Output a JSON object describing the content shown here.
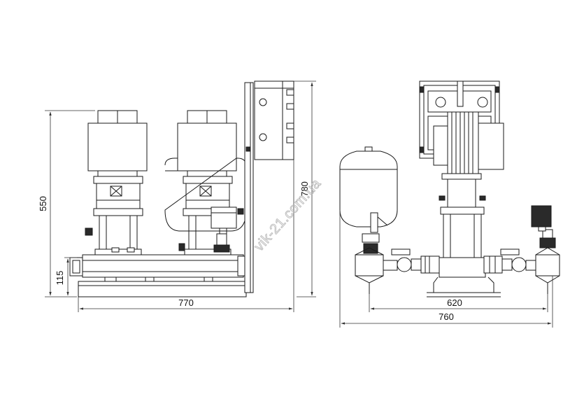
{
  "dimensions": {
    "height_total": "550",
    "base_height": "115",
    "width_front": "770",
    "height_panel": "780",
    "width_side_pipes": "620",
    "width_side_total": "760"
  },
  "watermark": "vik-21.com.ua",
  "colors": {
    "line": "#1a1a1a",
    "watermark": "#b8b8b8",
    "background": "#ffffff"
  }
}
